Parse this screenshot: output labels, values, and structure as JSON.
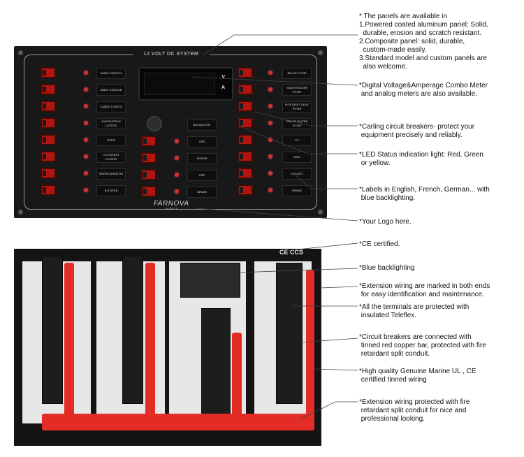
{
  "panel": {
    "title": "12 VOLT DC SYSTEM",
    "left_labels": [
      "MAIN SWITCH",
      "MAIN ENGINE",
      "CABIN LIGHTS",
      "NAVIGATION LIGHTS",
      "OVEN",
      "COURTESY LIGHTS",
      "REFRIGERATOR",
      "BLOWER"
    ],
    "middle_labels": [
      "BACKLIGHT",
      "GPS",
      "RADAR",
      "VHF",
      "SPARE"
    ],
    "right_labels": [
      "BILGE PUMP",
      "WASTEWATER PUMP",
      "HOLDING TANK PUMP",
      "FRESH WATER PUMP",
      "TV",
      "DVD",
      "SOCKET",
      "SPARE"
    ],
    "meter_v": "V",
    "meter_a": "A",
    "logo": "FARNOVA",
    "logo_sub": "YACHTS"
  },
  "back": {
    "cert_text": "CE CCS"
  },
  "annotations": [
    "* The panels are available in\n1.Powered coated aluminum panel: Solid,\n  durable, erosion and scratch resistant.\n2.Composite panel: solid, durable,\n  custom-made easily.\n3.Standard model and custom panels are\n  also welcome.",
    "*Digital Voltage&Amperage Combo Meter\n and analog meters are also available.",
    "*Carling circuit breakers- protect your\n equipment precisely and reliably.",
    "*LED Status indication light: Red, Green\n or yellow.",
    "*Labels in English, French, German... with\n blue backlighting.",
    "*Your Logo here.",
    "*CE certified.",
    "*Blue backlighting",
    "*Extension wiring are marked in both ends\n for easy identification and maintenance.",
    "*All the terminals are protected with\n insulated Teleflex.",
    "*Circuit breakers are connected with\n tinned red copper bar, protected with fire\n retardant split conduit.",
    "*High quality Genuine Marine UL , CE\n certified tinned wiring",
    "*Extension wiring protected with fire\n retardant split conduit for nice and\n professional looking."
  ]
}
